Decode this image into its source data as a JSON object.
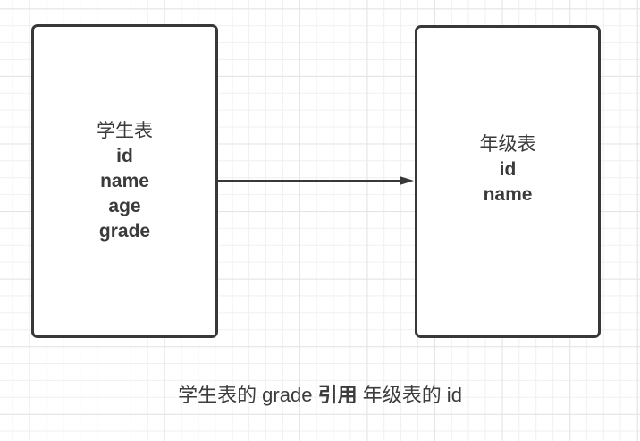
{
  "page": {
    "background_color": "#ffffff",
    "grid_minor_color": "#f0f0f0",
    "grid_major_color": "#e4e4e4",
    "stroke_color": "#383838",
    "text_color": "#3a3a3a"
  },
  "student_table": {
    "title": "学生表",
    "fields": [
      "id",
      "name",
      "age",
      "grade"
    ]
  },
  "grade_table": {
    "title": "年级表",
    "fields": [
      "id",
      "name"
    ]
  },
  "arrow": {
    "from": "学生表",
    "to": "年级表",
    "direction": "right"
  },
  "caption": {
    "part1": "学生表的 grade ",
    "bold": "引用",
    "part2": " 年级表的 id"
  }
}
